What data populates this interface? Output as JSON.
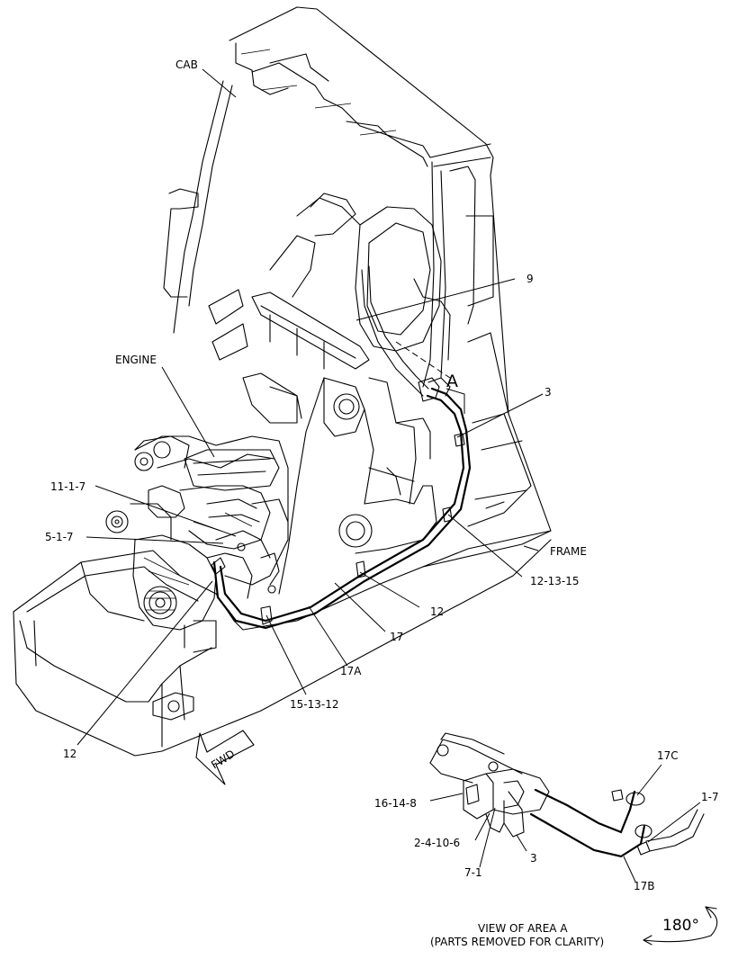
{
  "callouts": {
    "cab": "CAB",
    "engine": "ENGINE",
    "frame": "FRAME",
    "fwd": "FWD",
    "c9": "9",
    "cA": "A",
    "c3": "3",
    "c11_1_7": "11-1-7",
    "c5_1_7": "5-1-7",
    "c12_13_15": "12-13-15",
    "c12_right": "12",
    "c17": "17",
    "c17A": "17A",
    "c15_13_12": "15-13-12",
    "c12_left": "12"
  },
  "detail": {
    "c17C": "17C",
    "c1_7": "1-7",
    "c16_14_8": "16-14-8",
    "c2_4_10_6": "2-4-10-6",
    "c3": "3",
    "c7_1": "7-1",
    "c17B": "17B",
    "caption_line1": "VIEW OF AREA   A",
    "caption_line2": "(PARTS REMOVED FOR CLARITY)",
    "rotation": "180°"
  }
}
